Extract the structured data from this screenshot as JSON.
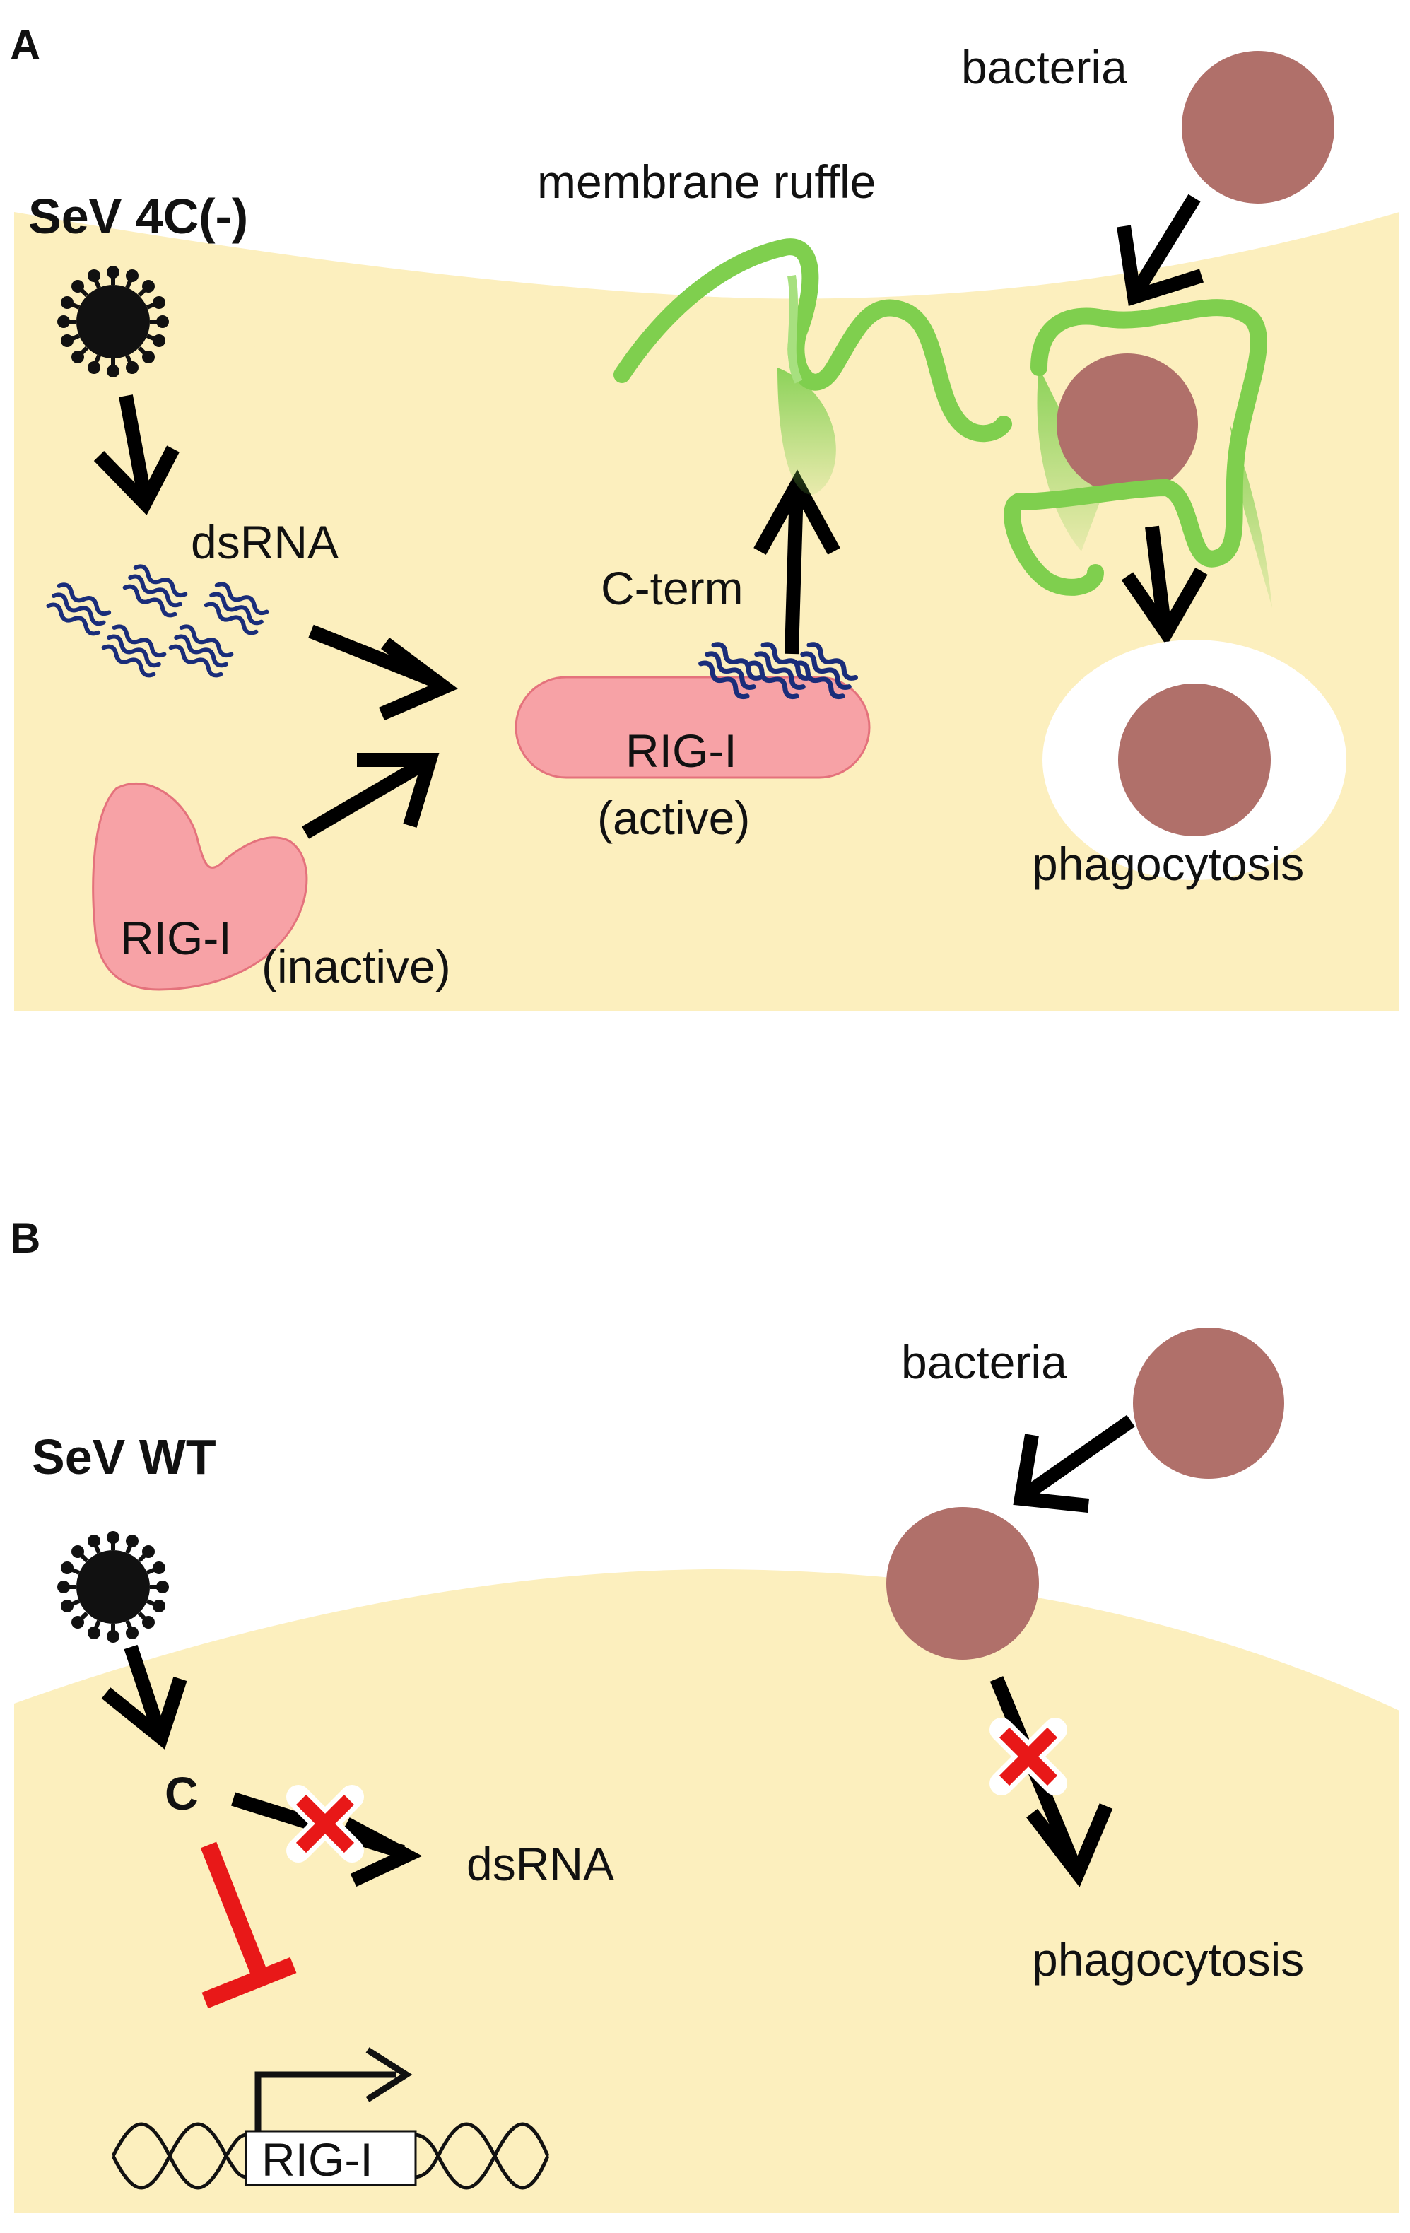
{
  "panel_a": {
    "letter": "A",
    "virus_label": "SeV 4C(-)",
    "dsrna_label": "dsRNA",
    "rigi_inactive_name": "RIG-I",
    "rigi_inactive_state": "(inactive)",
    "rigi_active_name": "RIG-I",
    "rigi_active_state": "(active)",
    "cterm_label": "C-term",
    "ruffle_label": "membrane ruffle",
    "bacteria_label": "bacteria",
    "phago_label": "phagocytosis"
  },
  "panel_b": {
    "letter": "B",
    "virus_label": "SeV WT",
    "c_label": "C",
    "dsrna_label": "dsRNA",
    "gene_label": "RIG-I",
    "bacteria_label": "bacteria",
    "phago_label": "phagocytosis"
  },
  "colors": {
    "cell": "#fcefbe",
    "bacteria": "#b0706a",
    "rigi": "#f7a2a6",
    "rigi_edge": "#e4727c",
    "ruffle": "#7fcf4e",
    "dsrna": "#1a2d7a",
    "inhibit": "#e81818",
    "arrow": "#000000"
  }
}
